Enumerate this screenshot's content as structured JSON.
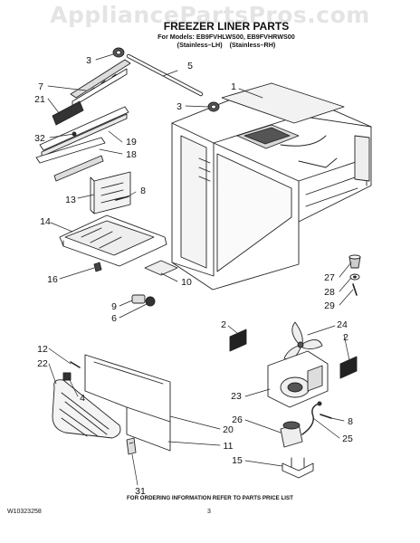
{
  "watermark": "AppliancePartsPros.com",
  "title": "FREEZER LINER PARTS",
  "models": {
    "line1": "For Models: EB9FVHLWS00, EB9FVHRWS00",
    "line2": "(Stainless–LH)    (Stainless–RH)"
  },
  "callouts": [
    {
      "id": "c3a",
      "label": "3"
    },
    {
      "id": "c5",
      "label": "5"
    },
    {
      "id": "c7",
      "label": "7"
    },
    {
      "id": "c21",
      "label": "21"
    },
    {
      "id": "c1",
      "label": "1"
    },
    {
      "id": "c3b",
      "label": "3"
    },
    {
      "id": "c32",
      "label": "32"
    },
    {
      "id": "c19",
      "label": "19"
    },
    {
      "id": "c18",
      "label": "18"
    },
    {
      "id": "c8a",
      "label": "8"
    },
    {
      "id": "c13",
      "label": "13"
    },
    {
      "id": "c14",
      "label": "14"
    },
    {
      "id": "c16",
      "label": "16"
    },
    {
      "id": "c10",
      "label": "10"
    },
    {
      "id": "c27",
      "label": "27"
    },
    {
      "id": "c28",
      "label": "28"
    },
    {
      "id": "c29",
      "label": "29"
    },
    {
      "id": "c9",
      "label": "9"
    },
    {
      "id": "c6",
      "label": "6"
    },
    {
      "id": "c2a",
      "label": "2"
    },
    {
      "id": "c24",
      "label": "24"
    },
    {
      "id": "c2b",
      "label": "2"
    },
    {
      "id": "c12",
      "label": "12"
    },
    {
      "id": "c22",
      "label": "22"
    },
    {
      "id": "c4",
      "label": "4"
    },
    {
      "id": "c23",
      "label": "23"
    },
    {
      "id": "c26",
      "label": "26"
    },
    {
      "id": "c8b",
      "label": "8"
    },
    {
      "id": "c25",
      "label": "25"
    },
    {
      "id": "c20",
      "label": "20"
    },
    {
      "id": "c11",
      "label": "11"
    },
    {
      "id": "c15",
      "label": "15"
    },
    {
      "id": "c31",
      "label": "31"
    }
  ],
  "footer": {
    "note": "FOR ORDERING INFORMATION REFER TO PARTS PRICE LIST",
    "doc_number": "W10323258",
    "page": "3"
  }
}
